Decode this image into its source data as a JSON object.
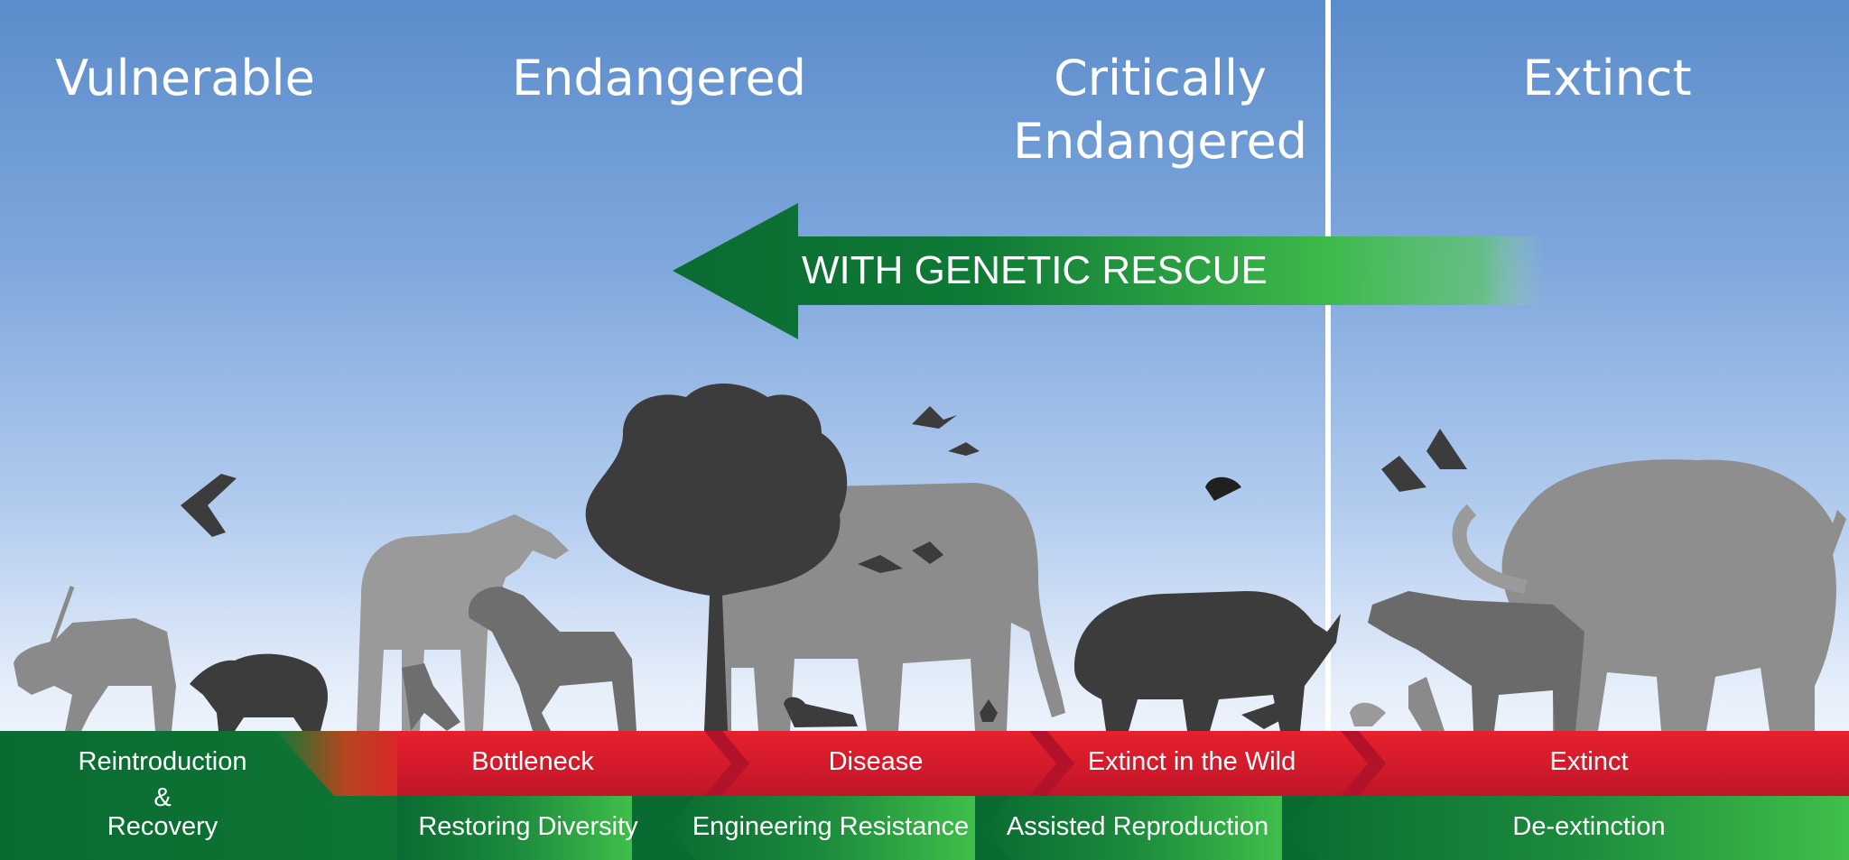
{
  "categories": {
    "vulnerable": "Vulnerable",
    "endangered": "Endangered",
    "critically_1": "Critically",
    "critically_2": "Endangered",
    "extinct": "Extinct"
  },
  "arrow": {
    "label": "WITH GENETIC RESCUE"
  },
  "threats": {
    "bottleneck": "Bottleneck",
    "disease": "Disease",
    "extinct_wild": "Extinct in the Wild",
    "extinct": "Extinct"
  },
  "solutions": {
    "reintro_1": "Reintroduction",
    "reintro_2": "&",
    "reintro_3": "Recovery",
    "restoring": "Restoring Diversity",
    "engineering": "Engineering Resistance",
    "assisted": "Assisted Reproduction",
    "deextinction": "De-extinction"
  },
  "colors": {
    "sky_top": "#5b8ccb",
    "sky_bottom": "#ffffff",
    "red": "#e61e2b",
    "red_dark": "#c4182a",
    "green_dark": "#0a6b32",
    "green_light": "#3fbf4a",
    "silhouette_light": "#8a8a8a",
    "silhouette_dark": "#3c3c3c"
  }
}
